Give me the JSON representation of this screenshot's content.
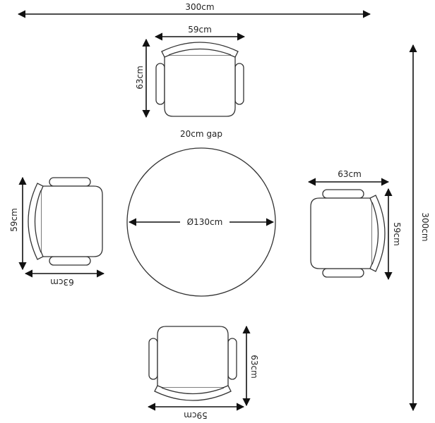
{
  "title": "Round table with four chairs floor plan",
  "room": {
    "width_label": "300cm",
    "depth_label": "300cm"
  },
  "table": {
    "diameter_label": "Ø130cm",
    "gap_label": "20cm gap"
  },
  "chairs": [
    {
      "position": "top",
      "width_label": "59cm",
      "depth_label": "63cm"
    },
    {
      "position": "left",
      "width_label": "59cm",
      "depth_label": "63cm"
    },
    {
      "position": "right",
      "width_label": "59cm",
      "depth_label": "63cm"
    },
    {
      "position": "bottom",
      "width_label": "59cm",
      "depth_label": "63cm"
    }
  ],
  "colors": {
    "line": "#111111",
    "background": "#ffffff"
  }
}
